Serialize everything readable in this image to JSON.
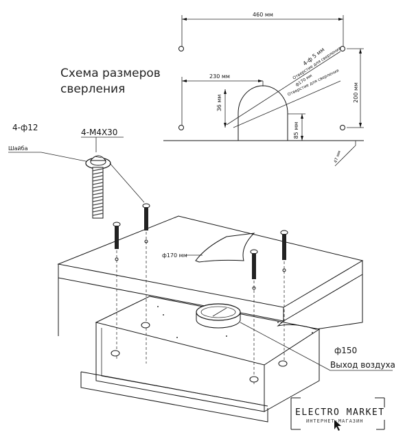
{
  "title": {
    "line1": "Схема размеров",
    "line2": "сверления"
  },
  "dimensions": {
    "width_top": "460 мм",
    "width_mid": "230 мм",
    "height_36": "36 мм",
    "height_85": "85 мм",
    "height_200": "200 мм",
    "offset_47": "47 мм",
    "holes_5": "4-ф 5 мм",
    "hole_label_1": "Отверстие для сверления",
    "diam_170_small": "ф170 мм",
    "hole_label_2": "Отверстие для сверления"
  },
  "parts": {
    "holes_12": "4-ф12",
    "screw": "4-M4X30",
    "washer": "Шайба",
    "cutout_170": "ф170 мм",
    "duct_150": "ф150",
    "air_outlet": "Выход воздуха"
  },
  "logo": {
    "name": "ELECTRO MARKET",
    "tagline": "ИНТЕРНЕТ-МАГАЗИН"
  }
}
